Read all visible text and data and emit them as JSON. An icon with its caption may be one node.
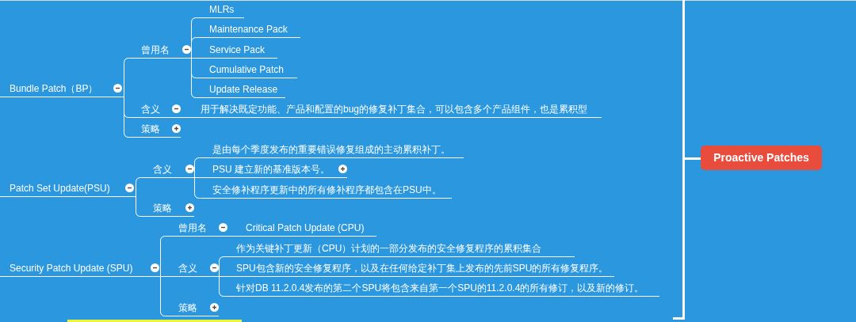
{
  "diagram": {
    "nodes": [
      {
        "text": [
          "Bundle Patch（BP）"
        ]
      },
      {
        "text": [
          "曾用名"
        ]
      },
      {
        "text": [
          "MLRs"
        ]
      },
      {
        "text": [
          "Maintenance Pack"
        ]
      },
      {
        "text": [
          "Service Pack"
        ]
      },
      {
        "text": [
          "Cumulative Patch"
        ]
      },
      {
        "text": [
          "Update Release"
        ]
      },
      {
        "text": [
          "含义"
        ]
      },
      {
        "text": [
          "用于解决既定功能、产品和配置的bug的修复补丁集合，可以包含多个产品组件，也是累积型"
        ]
      },
      {
        "text": [
          "策略"
        ]
      },
      {
        "text": [
          "Patch Set Update(PSU)"
        ]
      },
      {
        "text": [
          "含义"
        ]
      },
      {
        "text": [
          "是由每个季度发布的重要错误修复组成的主动累积补丁。"
        ]
      },
      {
        "text": [
          "PSU 建立新的基准版本号。"
        ]
      },
      {
        "text": [
          "安全修补程序更新中的所有修补程序都包含在PSU中。"
        ]
      },
      {
        "text": [
          "策略"
        ]
      },
      {
        "text": [
          "Security Patch Update (SPU)"
        ]
      },
      {
        "text": [
          "曾用名"
        ]
      },
      {
        "text": [
          "Critical Patch Update (CPU)"
        ]
      },
      {
        "text": [
          "含义"
        ]
      },
      {
        "text": [
          "作为关键补丁更新（CPU）计划的一部分发布的安全修复程序的累积集合"
        ]
      },
      {
        "text": [
          "SPU包含新的安全修复程序，以及在任何给定补丁集上发布的先前SPU的所有修复程序。"
        ]
      },
      {
        "text": [
          "针对DB 11.2.0.4发布的第二个SPU将包含来自第一个SPU的11.2.0.4的所有修订，以及新的修订。"
        ]
      },
      {
        "text": [
          "策略"
        ]
      },
      {
        "text": [
          "Proactive Patches"
        ]
      }
    ],
    "edges": [
      {
        "from": 0,
        "to": 1,
        "arrow": "none"
      },
      {
        "from": 1,
        "to": 2,
        "arrow": "none"
      },
      {
        "from": 1,
        "to": 3,
        "arrow": "none"
      },
      {
        "from": 1,
        "to": 4,
        "arrow": "none"
      },
      {
        "from": 1,
        "to": 5,
        "arrow": "none"
      },
      {
        "from": 1,
        "to": 6,
        "arrow": "none"
      },
      {
        "from": 0,
        "to": 7,
        "arrow": "none"
      },
      {
        "from": 7,
        "to": 8,
        "arrow": "none"
      },
      {
        "from": 0,
        "to": 9,
        "arrow": "none"
      },
      {
        "from": 10,
        "to": 11,
        "arrow": "none"
      },
      {
        "from": 11,
        "to": 12,
        "arrow": "none"
      },
      {
        "from": 11,
        "to": 13,
        "arrow": "none"
      },
      {
        "from": 11,
        "to": 14,
        "arrow": "none"
      },
      {
        "from": 10,
        "to": 15,
        "arrow": "none"
      },
      {
        "from": 16,
        "to": 17,
        "arrow": "none"
      },
      {
        "from": 17,
        "to": 18,
        "arrow": "none"
      },
      {
        "from": 16,
        "to": 19,
        "arrow": "none"
      },
      {
        "from": 19,
        "to": 20,
        "arrow": "none"
      },
      {
        "from": 19,
        "to": 21,
        "arrow": "none"
      },
      {
        "from": 19,
        "to": 22,
        "arrow": "none"
      },
      {
        "from": 16,
        "to": 23,
        "arrow": "none"
      }
    ]
  }
}
